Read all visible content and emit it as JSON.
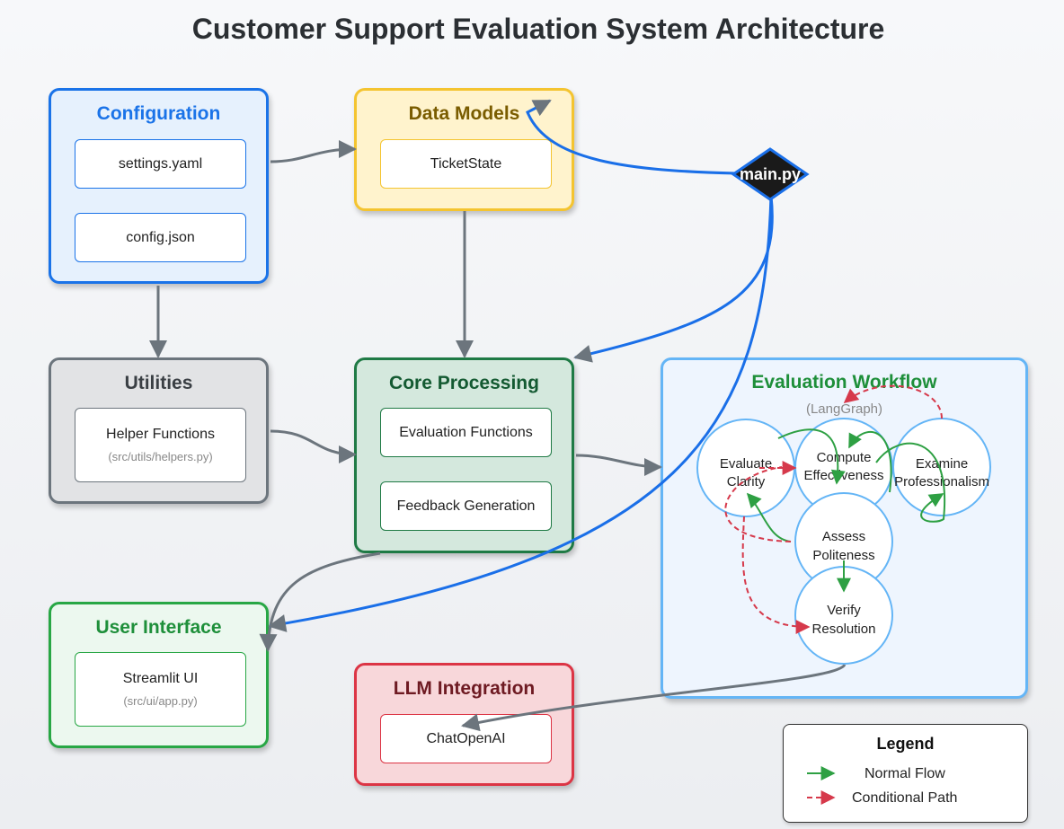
{
  "title": "Customer Support Evaluation System Architecture",
  "configuration": {
    "title": "Configuration",
    "items": [
      "settings.yaml",
      "config.json"
    ]
  },
  "data_models": {
    "title": "Data Models",
    "items": [
      "TicketState"
    ]
  },
  "main": {
    "label": "main.py"
  },
  "utilities": {
    "title": "Utilities",
    "items": [
      {
        "label": "Helper Functions",
        "sub": "(src/utils/helpers.py)"
      }
    ]
  },
  "core": {
    "title": "Core Processing",
    "items": [
      "Evaluation Functions",
      "Feedback Generation"
    ]
  },
  "user_interface": {
    "title": "User Interface",
    "items": [
      {
        "label": "Streamlit UI",
        "sub": "(src/ui/app.py)"
      }
    ]
  },
  "llm": {
    "title": "LLM Integration",
    "items": [
      "ChatOpenAI"
    ]
  },
  "workflow": {
    "title": "Evaluation Workflow",
    "subtitle": "(LangGraph)",
    "nodes": {
      "clarity": [
        "Evaluate",
        "Clarity"
      ],
      "effectiveness": [
        "Compute",
        "Effectiveness"
      ],
      "professionalism": [
        "Examine",
        "Professionalism"
      ],
      "politeness": [
        "Assess",
        "Politeness"
      ],
      "resolution": [
        "Verify",
        "Resolution"
      ]
    }
  },
  "legend": {
    "title": "Legend",
    "normal": "Normal Flow",
    "conditional": "Conditional Path"
  },
  "colors": {
    "gray_arrow": "#6c757d",
    "blue_arrow": "#1a6fe8",
    "green_flow": "#2ea043",
    "red_conditional": "#d6394b"
  }
}
